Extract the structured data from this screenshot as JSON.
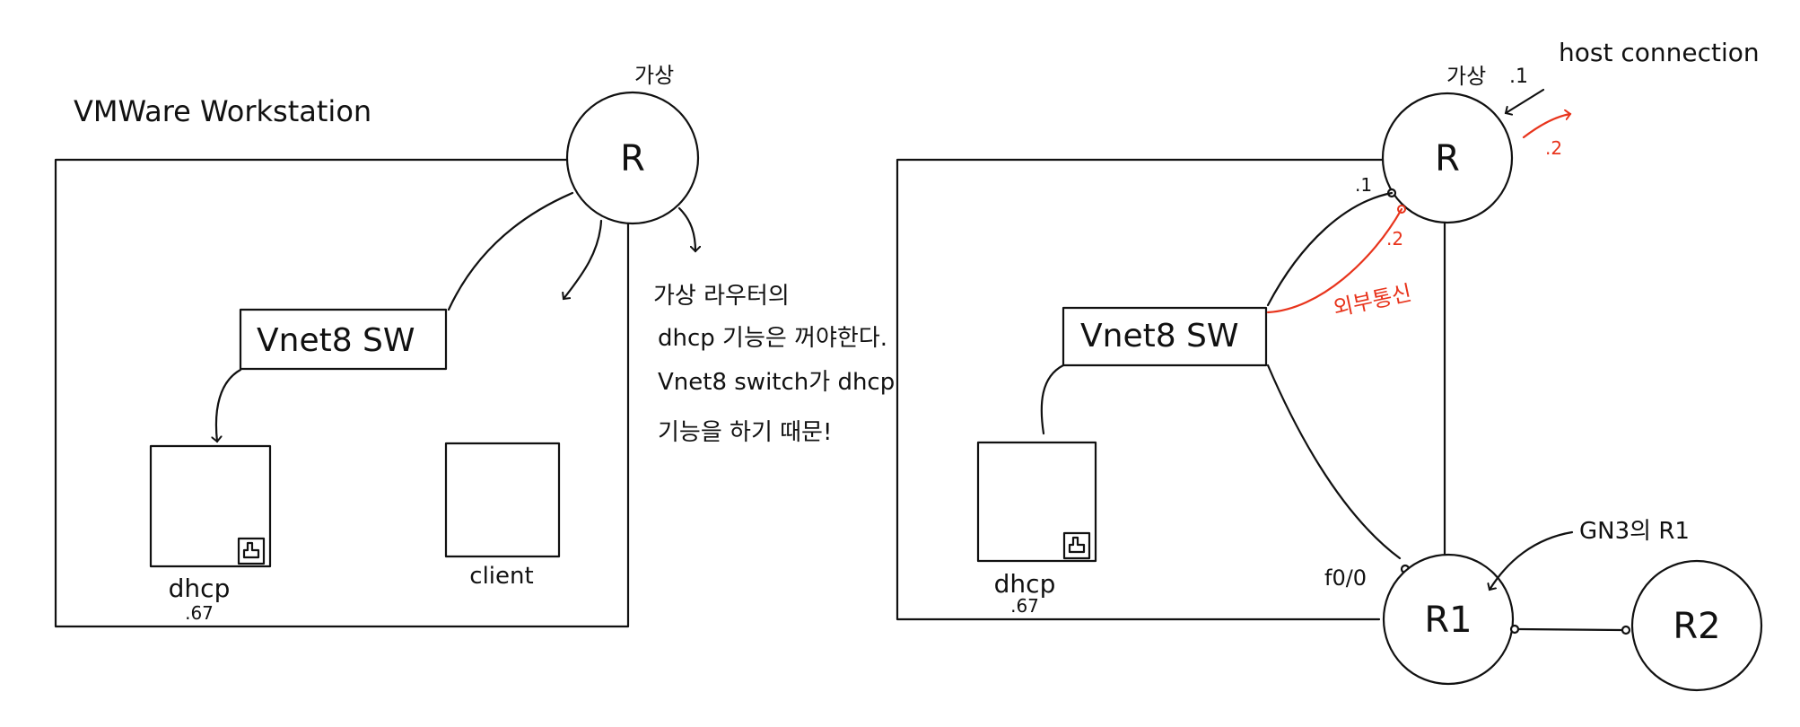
{
  "colors": {
    "ink": "#111111",
    "annotation": "#e8341c",
    "background": "#ffffff"
  },
  "left": {
    "title": "VMWare Workstation",
    "router_tag": "가상",
    "router_label": "R",
    "switch_label": "Vnet8   SW",
    "dhcp_label": "dhcp",
    "dhcp_addr": ".67",
    "client_label": "client",
    "note_lines": [
      "가상 라우터의",
      "dhcp 기능은 꺼야한다.",
      "Vnet8 switch가 dhcp",
      "기능을 하기 때문!"
    ]
  },
  "right": {
    "router_tag": "가상",
    "router_label": "R",
    "host_connection_label": "host connection",
    "host_addr": ".1",
    "host_addr_red": ".2",
    "router_port_addr": ".1",
    "red_port_addr": ".2",
    "external_comm": "외부통신",
    "switch_label": "Vnet8   SW",
    "dhcp_label": "dhcp",
    "dhcp_addr": ".67",
    "r1_port": "f0/0",
    "gns3_note": "GN3의 R1",
    "r1_label": "R1",
    "r2_label": "R2"
  }
}
